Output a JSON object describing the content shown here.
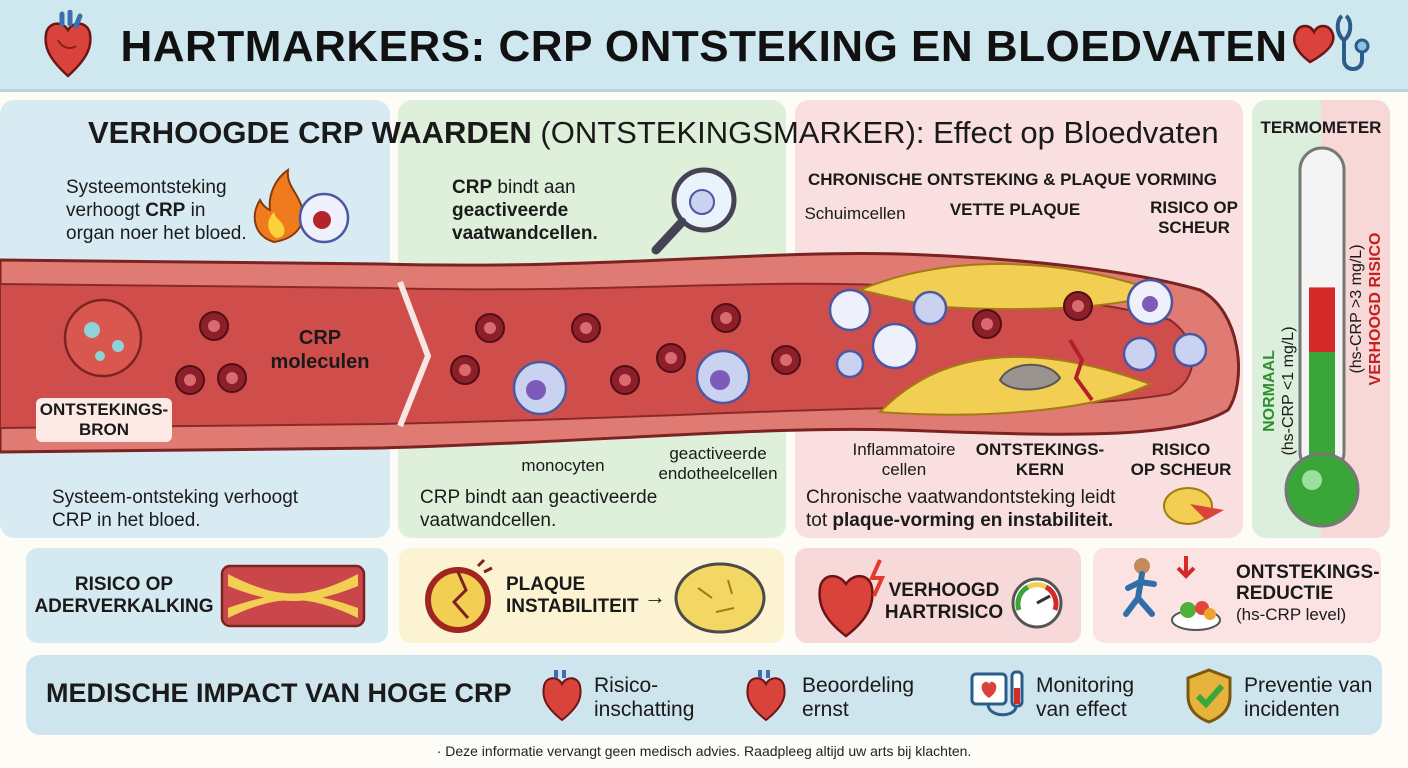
{
  "header": {
    "title": "HARTMARKERS: CRP ONTSTEKING EN BLOEDVATEN"
  },
  "main_heading": {
    "bold": "VERHOOGDE CRP WAARDEN",
    "rest": " (ONTSTEKINGSMARKER): Effect op Bloedvaten"
  },
  "panel_blue": {
    "top_line1": "Systeemontsteking",
    "top_line2_pre": "verhoogt ",
    "top_line2_bold": "CRP",
    "top_line2_post": " in",
    "top_line3": "organ noer het bloed.",
    "crp_label_line1": "CRP",
    "crp_label_line2": "moleculen",
    "source_line1": "ONTSTEKINGS-",
    "source_line2": "BRON",
    "bottom_line1": "Systeem-ontsteking verhoogt",
    "bottom_line2": "CRP in het bloed."
  },
  "panel_green": {
    "top_line1_bold": "CRP",
    "top_line1_post": " bindt aan",
    "top_line2": "geactiveerde",
    "top_line3": "vaatwandcellen.",
    "monocytes": "monocyten",
    "endo_line1": "geactiveerde",
    "endo_line2": "endotheelcellen",
    "bottom_line1": "CRP bindt aan geactiveerde",
    "bottom_line2": "vaatwandcellen."
  },
  "panel_pink": {
    "heading": "CHRONISCHE ONTSTEKING & PLAQUE VORMING",
    "foam": "Schuimcellen",
    "fatty": "VETTE PLAQUE",
    "rupture1_line1": "RISICO OP",
    "rupture1_line2": "SCHEUR",
    "inflam_line1": "Inflammatoire",
    "inflam_line2": "cellen",
    "core_line1": "ONTSTEKINGS-",
    "core_line2": "KERN",
    "rupture2_line1": "RISICO",
    "rupture2_line2": "OP SCHEUR",
    "bottom_line1": "Chronische vaatwandontsteking leidt",
    "bottom_line2_pre": "tot ",
    "bottom_line2_bold": "plaque-vorming en instabiliteit."
  },
  "thermometer": {
    "title": "TERMOMETER",
    "normal_label": "NORMAAL",
    "normal_range": "(hs-CRP <1 mg/L)",
    "high_label": "VERHOOGD RISICO",
    "high_range": "(hs-CRP >3 mg/L)",
    "level": 0.62
  },
  "cards": {
    "c1_line1": "RISICO OP",
    "c1_line2": "ADERVERKALKING",
    "c2_line1": "PLAQUE",
    "c2_line2": "INSTABILITEIT",
    "c3_line1": "VERHOOGD",
    "c3_line2": "HARTRISICO",
    "c4_line1": "ONTSTEKINGS-",
    "c4_line2": "REDUCTIE",
    "c4_line3": "(hs-CRP level)"
  },
  "impact": {
    "title": "MEDISCHE IMPACT VAN HOGE CRP",
    "item1_line1": "Risico-",
    "item1_line2": "inschatting",
    "item2_line1": "Beoordeling",
    "item2_line2": "ernst",
    "item3_line1": "Monitoring",
    "item3_line2": "van effect",
    "item4_line1": "Preventie van",
    "item4_line2": "incidenten"
  },
  "footer": {
    "text": "· Deze informatie vervangt geen medisch advies. Raadpleeg altijd uw arts bij klachten."
  },
  "colors": {
    "vessel": "#c9474a",
    "vessel_dark": "#8e2528",
    "plaque": "#f1cf4e",
    "rbc": "#8a1f2a",
    "normal_green": "#3aa63a",
    "high_red": "#d42a2a"
  }
}
